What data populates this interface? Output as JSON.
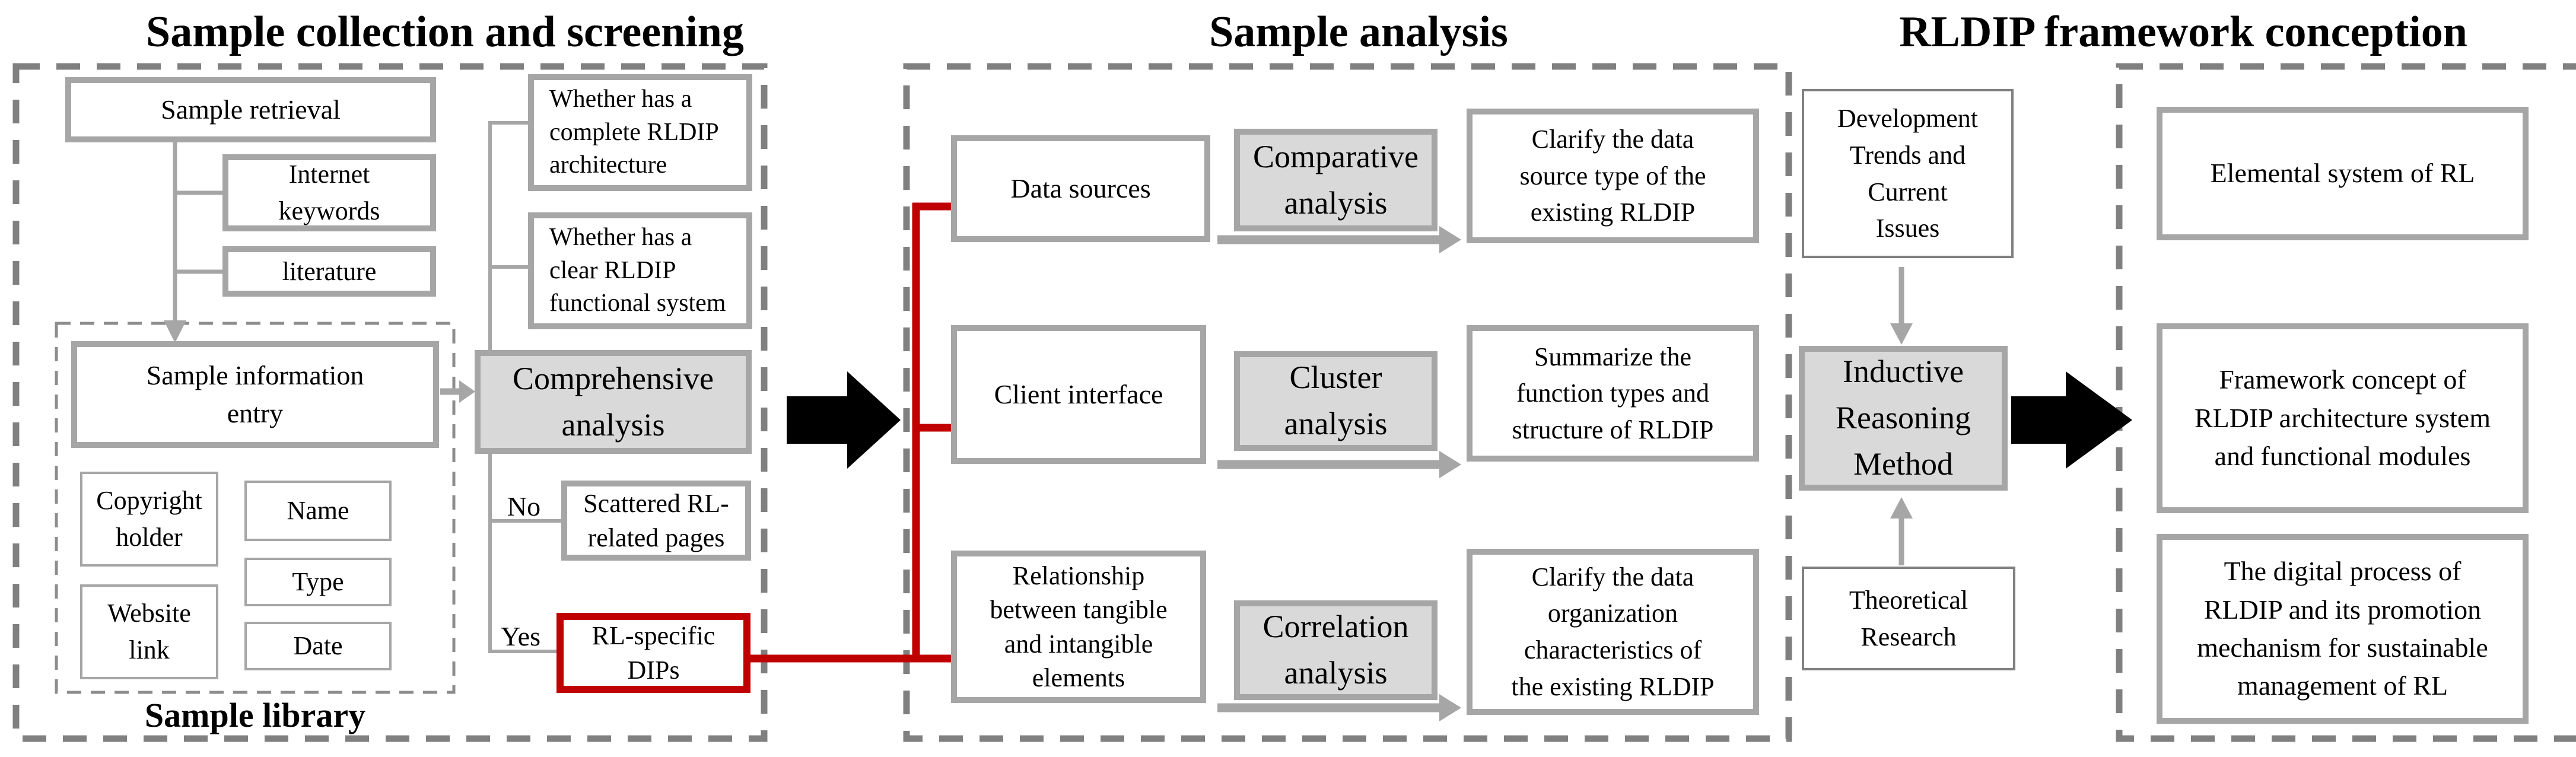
{
  "titles": {
    "left": "Sample collection and screening",
    "middle": "Sample analysis",
    "right": "RLDIP framework conception"
  },
  "colors": {
    "red_accent": "#c00000",
    "box_border_gray": "#a6a6a6",
    "shaded_fill": "#d9d9d9",
    "dashed_border_gray": "#808080",
    "arrow_black": "#000000"
  },
  "panel1": {
    "sample_retrieval": "Sample retrieval",
    "internet_keywords": "Internet\nkeywords",
    "literature": "literature",
    "sample_information_entry": "Sample information\nentry",
    "copyright_holder": "Copyright\nholder",
    "name": "Name",
    "type": "Type",
    "website_link": "Website\nlink",
    "date": "Date",
    "sample_library": "Sample library",
    "whether_complete": "Whether has a\ncomplete RLDIP\narchitecture",
    "whether_clear": "Whether has a\nclear RLDIP\nfunctional system",
    "comprehensive_analysis": "Comprehensive\nanalysis",
    "no_label": "No",
    "yes_label": "Yes",
    "scattered_pages": "Scattered RL-\nrelated pages",
    "rl_specific_dips": "RL-specific\nDIPs"
  },
  "panel2": {
    "rows": [
      {
        "input": "Data sources",
        "method": "Comparative\nanalysis",
        "output": "Clarify the data\nsource type of the\nexisting RLDIP"
      },
      {
        "input": "Client interface",
        "method": "Cluster\nanalysis",
        "output": "Summarize the\nfunction types and\nstructure of RLDIP"
      },
      {
        "input": "Relationship\nbetween tangible\nand intangible\nelements",
        "method": "Correlation\nanalysis",
        "output": "Clarify the data\norganization\ncharacteristics of\nthe existing RLDIP"
      }
    ]
  },
  "corridor": {
    "development_trends": "Development\nTrends and\nCurrent\nIssues",
    "inductive_reasoning": "Inductive\nReasoning\nMethod",
    "theoretical_research": "Theoretical\nResearch"
  },
  "panel3": {
    "elemental_system": "Elemental system of RL",
    "framework_concept": "Framework concept of\nRLDIP architecture system\nand functional modules",
    "digital_process": "The digital process of\nRLDIP and its promotion\nmechanism for sustainable\nmanagement of RL"
  }
}
